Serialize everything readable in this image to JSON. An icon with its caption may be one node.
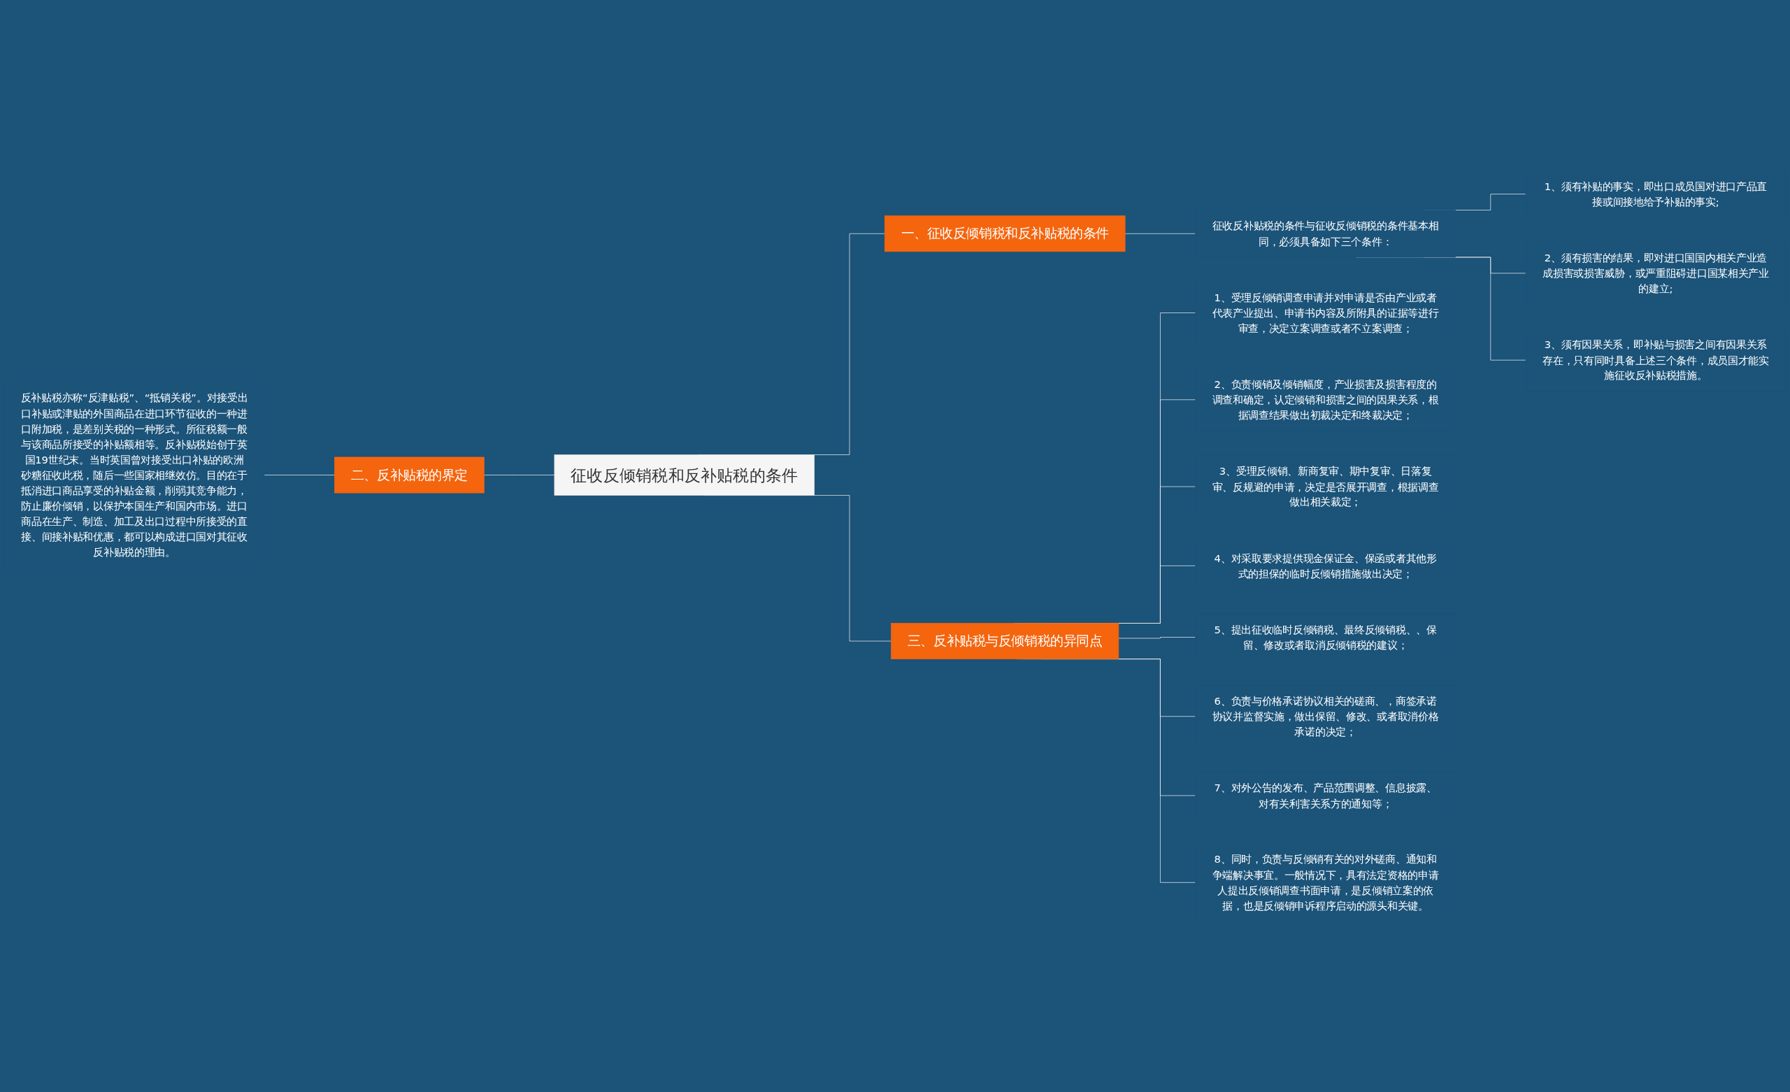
{
  "diagram": {
    "nodes": [
      {
        "text": [
          "征收反倾销税和反补贴税的条件"
        ]
      },
      {
        "text": [
          "一、征收反倾销税和反补贴税的条件"
        ]
      },
      {
        "text": [
          "征收反补贴税的条件与征收反倾销税的条件基本相同，必须具备如下三个条件："
        ]
      },
      {
        "text": [
          "1、须有补贴的事实，即出口成员国对进口产品直接或间接地给予补贴的事实;"
        ]
      },
      {
        "text": [
          "2、须有损害的结果，即对进口国国内相关产业造成损害或损害威胁，或严重阻碍进口国某相关产业的建立;"
        ]
      },
      {
        "text": [
          "3、须有因果关系，即补贴与损害之间有因果关系存在，只有同时具备上述三个条件，成员国才能实施征收反补贴税措施。"
        ]
      },
      {
        "text": [
          "三、反补贴税与反倾销税的异同点"
        ]
      },
      {
        "text": [
          "1、受理反倾销调查申请并对申请是否由产业或者代表产业提出、申请书内容及所附具的证据等进行审查，决定立案调查或者不立案调查；"
        ]
      },
      {
        "text": [
          "2、负责倾销及倾销幅度，产业损害及损害程度的调查和确定，认定倾销和损害之间的因果关系，根据调查结果做出初裁决定和终裁决定；"
        ]
      },
      {
        "text": [
          "3、受理反倾销、新商复审、期中复审、日落复审、反规避的申请，决定是否展开调查，根据调查做出相关裁定；"
        ]
      },
      {
        "text": [
          "4、对采取要求提供现金保证金、保函或者其他形式的担保的临时反倾销措施做出决定；"
        ]
      },
      {
        "text": [
          "5、提出征收临时反倾销税、最终反倾销税、、保留、修改或者取消反倾销税的建议；"
        ]
      },
      {
        "text": [
          "6、负责与价格承诺协议相关的磋商、，商签承诺协议并监督实施，做出保留、修改、或者取消价格承诺的决定；"
        ]
      },
      {
        "text": [
          "7、对外公告的发布、产品范围调整、信息披露、对有关利害关系方的通知等；"
        ]
      },
      {
        "text": [
          "8、同时，负责与反倾销有关的对外磋商、通知和争端解决事宜。一般情况下，具有法定资格的申请人提出反倾销调查书面申请，是反倾销立案的依据，也是反倾销申诉程序启动的源头和关键。"
        ]
      },
      {
        "text": [
          "二、反补贴税的界定"
        ]
      },
      {
        "text": [
          "反补贴税亦称“反津贴税”、“抵销关税”。对接受出口补贴或津贴的外国商品在进口环节征收的一种进口附加税，是差别关税的一种形式。所征税额一般与该商品所接受的补贴额相等。反补贴税始创于英国19世纪末。当时英国曾对接受出口补贴的欧洲砂糖征收此税，随后一些国家相继效仿。目的在于抵消进口商品享受的补贴金额，削弱其竞争能力，防止廉价倾销，以保护本国生产和国内市场。进口商品在生产、制造、加工及出口过程中所接受的直接、间接补贴和优惠，都可以构成进口国对其征收反补贴税的理由。"
        ]
      }
    ],
    "edges": [
      {
        "from": 0,
        "to": 1,
        "arrow": "none"
      },
      {
        "from": 1,
        "to": 2,
        "arrow": "none"
      },
      {
        "from": 2,
        "to": 3,
        "arrow": "none"
      },
      {
        "from": 2,
        "to": 4,
        "arrow": "none"
      },
      {
        "from": 2,
        "to": 5,
        "arrow": "none"
      },
      {
        "from": 0,
        "to": 6,
        "arrow": "none"
      },
      {
        "from": 6,
        "to": 7,
        "arrow": "none"
      },
      {
        "from": 6,
        "to": 8,
        "arrow": "none"
      },
      {
        "from": 6,
        "to": 9,
        "arrow": "none"
      },
      {
        "from": 6,
        "to": 10,
        "arrow": "none"
      },
      {
        "from": 6,
        "to": 11,
        "arrow": "none"
      },
      {
        "from": 6,
        "to": 12,
        "arrow": "none"
      },
      {
        "from": 6,
        "to": 13,
        "arrow": "none"
      },
      {
        "from": 6,
        "to": 14,
        "arrow": "none"
      },
      {
        "from": 16,
        "to": 15,
        "arrow": "none"
      },
      {
        "from": 15,
        "to": 0,
        "arrow": "none"
      }
    ]
  }
}
